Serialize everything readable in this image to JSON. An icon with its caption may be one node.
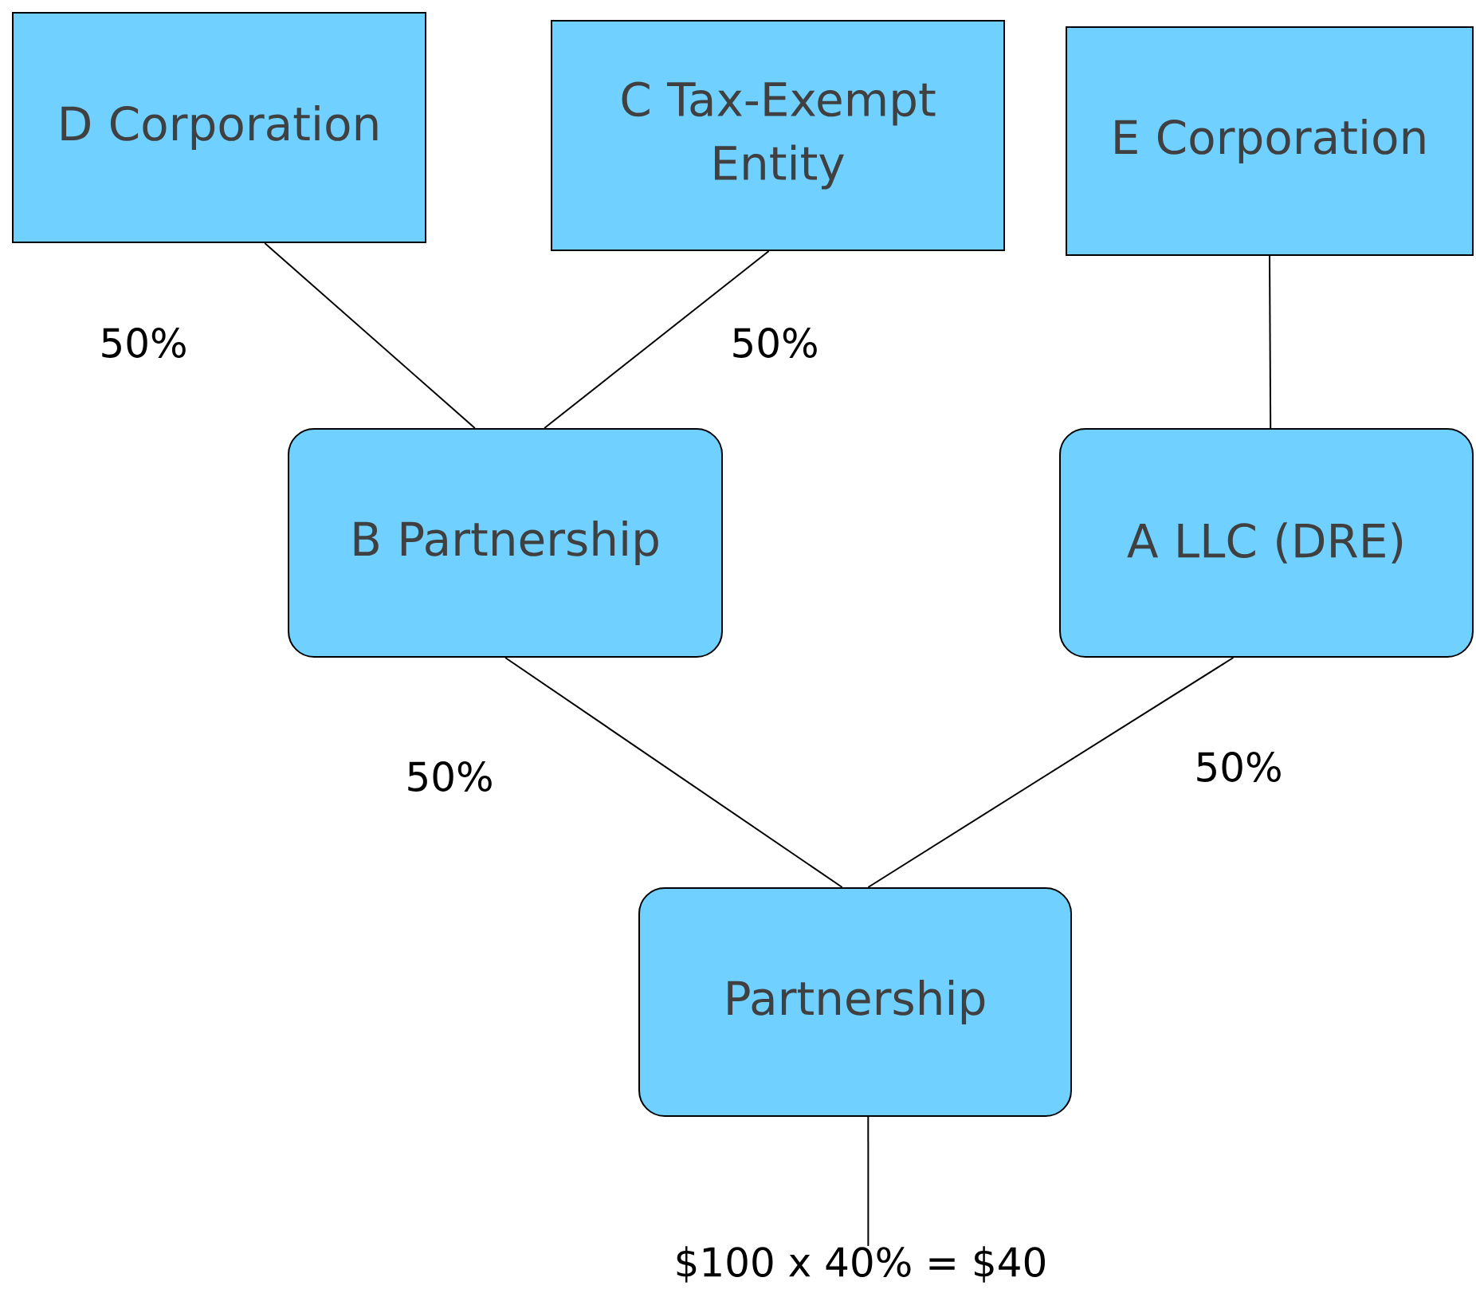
{
  "diagram": {
    "nodes": [
      {
        "text": [
          "D Corporation"
        ]
      },
      {
        "text": [
          "C Tax-Exempt Entity"
        ]
      },
      {
        "text": [
          "E Corporation"
        ]
      },
      {
        "text": [
          "B Partnership"
        ]
      },
      {
        "text": [
          "A LLC (DRE)"
        ]
      },
      {
        "text": [
          "Partnership"
        ]
      },
      {
        "text": [
          "$100 x 40% = $40"
        ]
      }
    ],
    "edges": [
      {
        "from": 0,
        "to": 3,
        "arrow": "none",
        "label": "50%"
      },
      {
        "from": 1,
        "to": 3,
        "arrow": "none",
        "label": "50%"
      },
      {
        "from": 2,
        "to": 4,
        "arrow": "none"
      },
      {
        "from": 3,
        "to": 5,
        "arrow": "none",
        "label": "50%"
      },
      {
        "from": 4,
        "to": 5,
        "arrow": "none",
        "label": "50%"
      },
      {
        "from": 5,
        "to": 6,
        "arrow": "none"
      }
    ]
  }
}
